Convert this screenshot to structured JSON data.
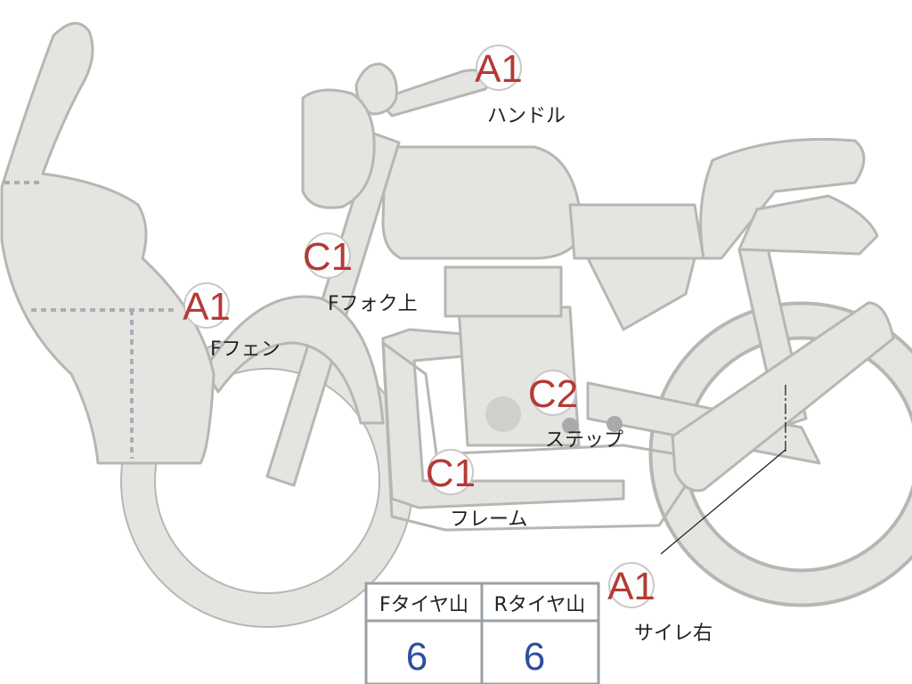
{
  "colors": {
    "body_fill": "#e4e4e1",
    "outline": "#b6b6b2",
    "grade_text": "#b53a36",
    "value_text": "#2f4f9e"
  },
  "labels": {
    "handle": {
      "grade": "A1",
      "part": "ハンドル"
    },
    "fork_upper": {
      "grade": "C1",
      "part": "Fフォク上"
    },
    "front_fender": {
      "grade": "A1",
      "part": "Fフェン"
    },
    "step": {
      "grade": "C2",
      "part": "ステップ"
    },
    "frame": {
      "grade": "C1",
      "part": "フレーム"
    },
    "muffler_right": {
      "grade": "A1",
      "part": "サイレ右"
    }
  },
  "tread_table": {
    "headers": [
      "Fタイヤ山",
      "Rタイヤ山"
    ],
    "values": [
      "6",
      "6"
    ]
  }
}
